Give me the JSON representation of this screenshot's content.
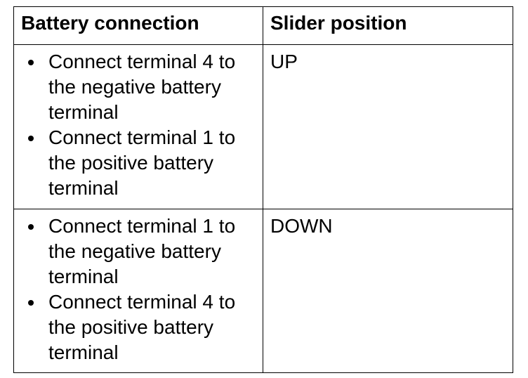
{
  "table": {
    "headers": {
      "battery_connection": "Battery connection",
      "slider_position": "Slider position"
    },
    "rows": [
      {
        "battery_connection": [
          "Connect terminal 4 to the negative battery terminal",
          "Connect terminal 1 to the positive battery terminal"
        ],
        "slider_position": "UP"
      },
      {
        "battery_connection": [
          "Connect terminal 1 to the negative battery terminal",
          "Connect terminal 4 to the positive battery terminal"
        ],
        "slider_position": "DOWN"
      }
    ]
  }
}
